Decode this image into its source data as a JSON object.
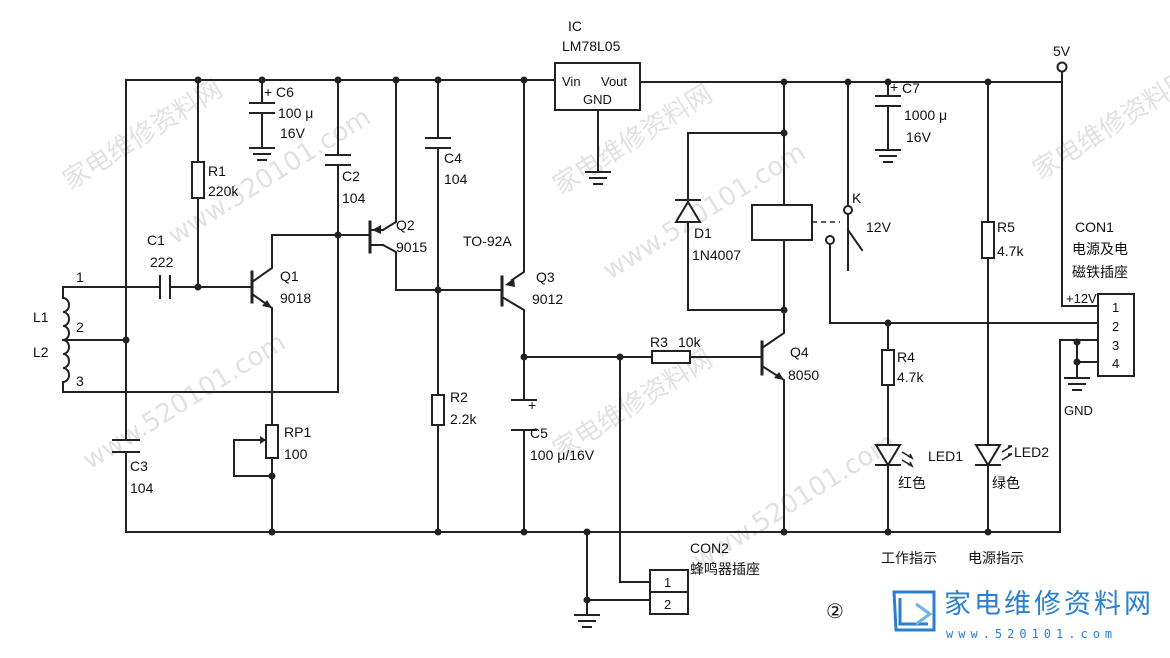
{
  "ic": {
    "top": "IC",
    "part": "LM78L05",
    "vin": "Vin",
    "vout": "Vout",
    "gnd": "GND"
  },
  "supply": {
    "v5": "5V"
  },
  "caps": {
    "c1": {
      "name": "C1",
      "value": "222"
    },
    "c2": {
      "name": "C2",
      "value": "104"
    },
    "c3": {
      "name": "C3",
      "value": "104"
    },
    "c4": {
      "name": "C4",
      "value": "104"
    },
    "c5": {
      "name": "C5",
      "value": "100 μ/16V"
    },
    "c6": {
      "name": "C6",
      "value1": "100 μ",
      "value2": "16V"
    },
    "c7": {
      "name": "C7",
      "value1": "1000 μ",
      "value2": "16V"
    }
  },
  "resistors": {
    "r1": {
      "name": "R1",
      "value": "220k"
    },
    "r2": {
      "name": "R2",
      "value": "2.2k"
    },
    "r3": {
      "name": "R3",
      "value": "10k"
    },
    "r4": {
      "name": "R4",
      "value": "4.7k"
    },
    "r5": {
      "name": "R5",
      "value": "4.7k"
    },
    "rp1": {
      "name": "RP1",
      "value": "100"
    }
  },
  "transistors": {
    "q1": {
      "name": "Q1",
      "part": "9018"
    },
    "q2": {
      "name": "Q2",
      "part": "9015"
    },
    "q3": {
      "name": "Q3",
      "part": "9012"
    },
    "q4": {
      "name": "Q4",
      "part": "8050"
    },
    "package": "TO-92A"
  },
  "coil": {
    "l1": "L1",
    "l2": "L2",
    "p1": "1",
    "p2": "2",
    "p3": "3"
  },
  "diode": {
    "name": "D1",
    "part": "1N4007"
  },
  "relay": {
    "k": "K",
    "voltage": "12V"
  },
  "leds": {
    "led1": {
      "name": "LED1",
      "color": "红色",
      "function": "工作指示"
    },
    "led2": {
      "name": "LED2",
      "color": "绿色",
      "function": "电源指示"
    }
  },
  "con1": {
    "name": "CON1",
    "desc1": "电源及电",
    "desc2": "磁铁插座",
    "plus12": "+12V",
    "pins": [
      "1",
      "2",
      "3",
      "4"
    ],
    "gnd": "GND"
  },
  "con2": {
    "name": "CON2",
    "desc": "蜂鸣器插座",
    "pins": [
      "1",
      "2"
    ]
  },
  "figure_no": "②",
  "watermark": {
    "text": "家电维修资料网",
    "url": "www.520101.com"
  },
  "logo": {
    "text": "家电维修资料网",
    "url": "www.520101.com"
  }
}
